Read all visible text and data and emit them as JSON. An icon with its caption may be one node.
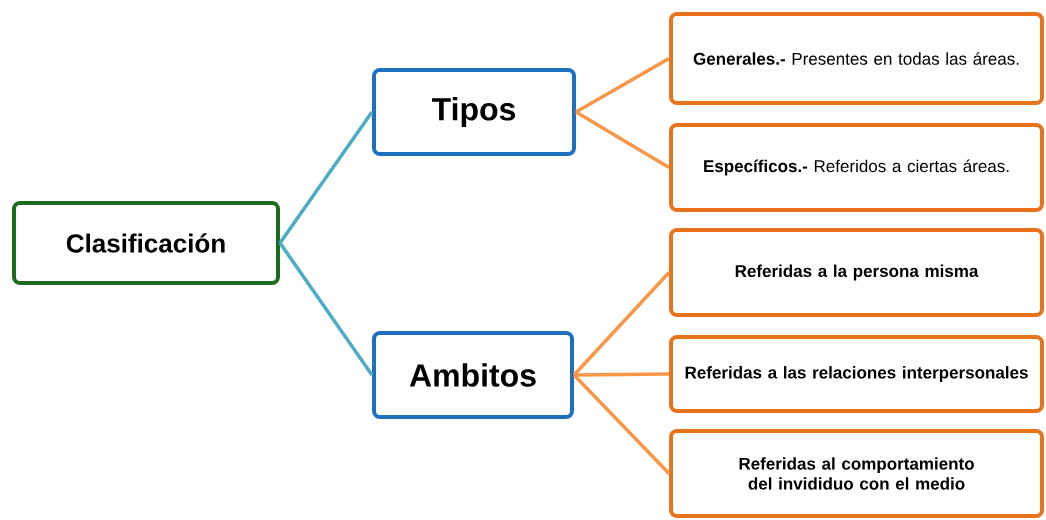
{
  "diagram": {
    "nodes": [
      {
        "text": [
          "Clasificación"
        ]
      },
      {
        "text": [
          "Tipos"
        ]
      },
      {
        "text": [
          "Ambitos"
        ]
      },
      {
        "text": [
          "**Generales.-** Presentes en todas las áreas."
        ]
      },
      {
        "text": [
          "**Específicos.-** Referidos a ciertas áreas."
        ]
      },
      {
        "text": [
          "Referidas a la persona misma"
        ]
      },
      {
        "text": [
          "Referidas a las relaciones interpersonales"
        ]
      },
      {
        "text": [
          "Referidas al comportamiento del invididuo con el medio"
        ]
      }
    ],
    "edges": [
      {
        "from": 0,
        "to": 1,
        "arrow": "none",
        "color": "#4bacc6"
      },
      {
        "from": 0,
        "to": 2,
        "arrow": "none",
        "color": "#4bacc6"
      },
      {
        "from": 1,
        "to": 3,
        "arrow": "none"
      },
      {
        "from": 1,
        "to": 4,
        "arrow": "none"
      },
      {
        "from": 2,
        "to": 5,
        "arrow": "none"
      },
      {
        "from": 2,
        "to": 6,
        "arrow": "none"
      },
      {
        "from": 2,
        "to": 7,
        "arrow": "none"
      }
    ]
  }
}
